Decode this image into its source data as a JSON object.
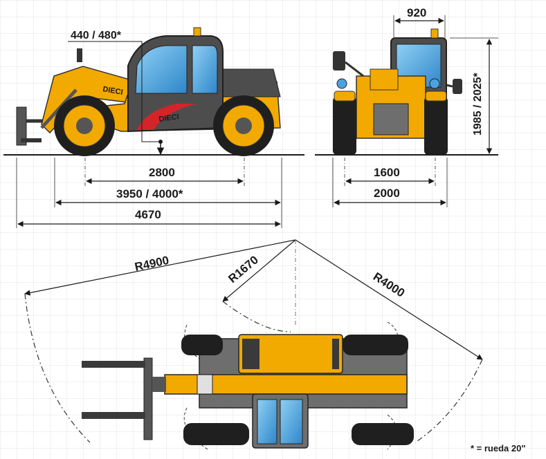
{
  "dimensions": {
    "clearance": "440 / 480*",
    "wheelbase": "2800",
    "overall_length": "3950 / 4000*",
    "total_length": "4670",
    "cab_width": "920",
    "height": "1985 / 2025*",
    "track": "1600",
    "overall_width": "2000"
  },
  "radii": {
    "outer": "R4900",
    "inner": "R1670",
    "rear": "R4000"
  },
  "brand": "DIECI",
  "footnote": "* = rueda 20\"",
  "colors": {
    "body_yellow": "#f2a900",
    "tyre": "#1f1f1f",
    "frame_grey": "#6e6e6e",
    "brand_red": "#d4242a",
    "glass": "#4aa3e0"
  }
}
